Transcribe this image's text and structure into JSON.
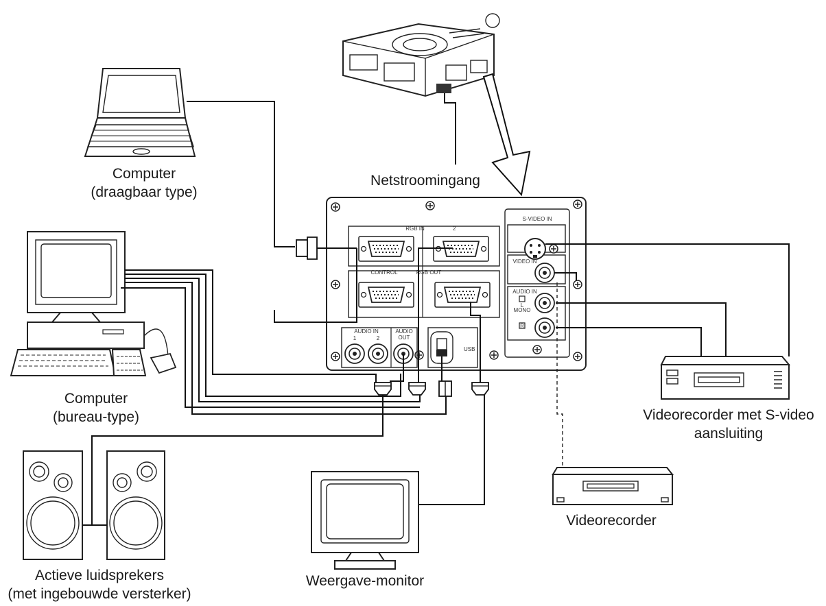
{
  "labels": {
    "laptop": [
      "Computer",
      "(draagbaar type)"
    ],
    "desktop": [
      "Computer",
      "(bureau-type)"
    ],
    "power": [
      "Netstroomingang"
    ],
    "svcr": [
      "Videorecorder met S-video",
      "aansluiting"
    ],
    "vcr": [
      "Videorecorder"
    ],
    "monitor": [
      "Weergave-monitor"
    ],
    "speakers": [
      "Actieve luidsprekers",
      "(met ingebouwde versterker)"
    ]
  },
  "panel_labels": {
    "rgb_in": "RGB IN",
    "rgb_in_2": "2",
    "control": "CONTROL",
    "rgb_out": "RGB OUT",
    "audio_in": "AUDIO IN",
    "audio_in_1": "1",
    "audio_in_2": "2",
    "audio_out": "AUDIO",
    "audio_out_2": "OUT",
    "usb": "USB",
    "s_video_in": "S-VIDEO IN",
    "video_in": "VIDEO IN",
    "audio_in_av": "AUDIO IN",
    "mono": "MONO",
    "l": "L",
    "r": "R"
  }
}
